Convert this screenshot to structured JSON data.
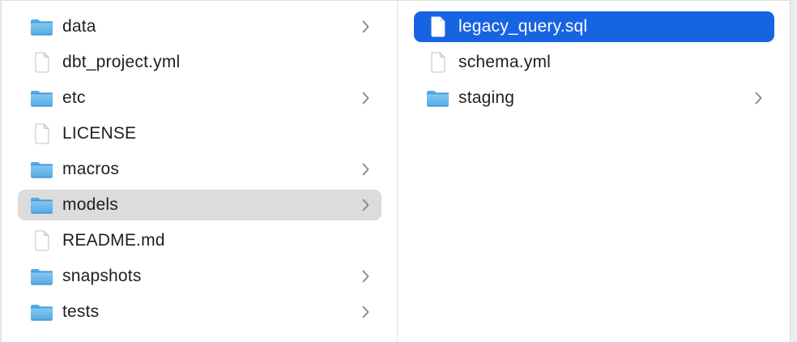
{
  "app": {
    "view": "finder-column-browser"
  },
  "colors": {
    "selection_active": "#1764e3",
    "selection_inactive": "#dcdcdc",
    "text": "#1f1f21",
    "text_selected": "#ffffff",
    "chevron": "#868686",
    "divider": "#e1e1e1",
    "folder_blue_top": "#49a0dc",
    "folder_blue_light": "#83c7f1",
    "folder_blue_bottom": "#54a8e3"
  },
  "icons": {
    "folder": "folder-icon",
    "file": "document-icon",
    "chevron": "chevron-right-icon"
  },
  "columns": [
    {
      "name": "parent-folder-column",
      "items": [
        {
          "label": "data",
          "type": "folder",
          "chevron": true,
          "selected": "none"
        },
        {
          "label": "dbt_project.yml",
          "type": "file",
          "chevron": false,
          "selected": "none"
        },
        {
          "label": "etc",
          "type": "folder",
          "chevron": true,
          "selected": "none"
        },
        {
          "label": "LICENSE",
          "type": "file",
          "chevron": false,
          "selected": "none"
        },
        {
          "label": "macros",
          "type": "folder",
          "chevron": true,
          "selected": "none"
        },
        {
          "label": "models",
          "type": "folder",
          "chevron": true,
          "selected": "inactive"
        },
        {
          "label": "README.md",
          "type": "file",
          "chevron": false,
          "selected": "none"
        },
        {
          "label": "snapshots",
          "type": "folder",
          "chevron": true,
          "selected": "none"
        },
        {
          "label": "tests",
          "type": "folder",
          "chevron": true,
          "selected": "none"
        }
      ]
    },
    {
      "name": "models-contents-column",
      "items": [
        {
          "label": "legacy_query.sql",
          "type": "file",
          "chevron": false,
          "selected": "active"
        },
        {
          "label": "schema.yml",
          "type": "file",
          "chevron": false,
          "selected": "none"
        },
        {
          "label": "staging",
          "type": "folder",
          "chevron": true,
          "selected": "none"
        }
      ]
    }
  ]
}
